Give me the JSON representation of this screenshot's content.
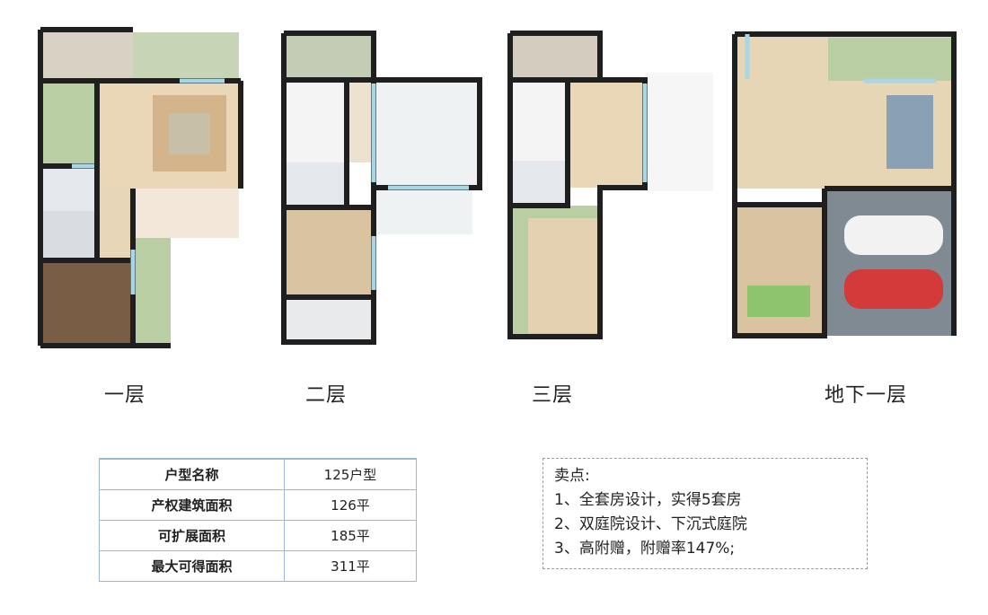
{
  "floors": [
    {
      "label": "一层"
    },
    {
      "label": "二层"
    },
    {
      "label": "三层"
    },
    {
      "label": "地下一层"
    }
  ],
  "spec_table": {
    "rows": [
      {
        "key": "户型名称",
        "value": "125户型"
      },
      {
        "key": "产权建筑面积",
        "value": "126平"
      },
      {
        "key": "可扩展面积",
        "value": "185平"
      },
      {
        "key": "最大可得面积",
        "value": "311平"
      }
    ]
  },
  "selling_points": {
    "title": "卖点:",
    "items": [
      "1、全套房设计，实得5套房",
      "2、双庭院设计、下沉式庭院",
      "3、高附赠，附赠率147%;"
    ]
  },
  "colors": {
    "wall": "#1f1f1f",
    "wood_floor": "#e9d7b7",
    "tile_floor": "#efe6d6",
    "garden": "#b9cfa3",
    "glass": "#a7d6e4",
    "table_border": "#9db8d6",
    "garage": "#7f8a93"
  }
}
